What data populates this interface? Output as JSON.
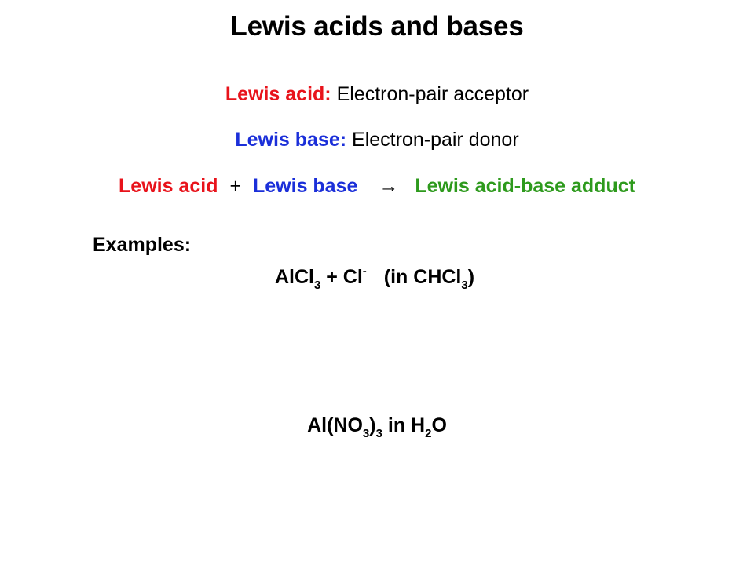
{
  "title": "Lewis acids and bases",
  "definitions": {
    "acid_term": "Lewis acid:",
    "acid_text": "Electron-pair acceptor",
    "base_term": "Lewis base:",
    "base_text": "Electron-pair donor"
  },
  "equation": {
    "acid": "Lewis acid",
    "plus": "+",
    "base": "Lewis base",
    "arrow": "→",
    "adduct": "Lewis acid-base adduct"
  },
  "examples": {
    "label": "Examples:",
    "ex1": {
      "alcl": "AlCl",
      "sub1": "3",
      "plus_cl": "+ Cl",
      "sup_minus": "-",
      "paren_open": "(in CHCl",
      "sub2": "3",
      "paren_close": ")"
    },
    "ex2": {
      "al_no": "Al(NO",
      "sub1": "3",
      "close": ")",
      "sub2": "3",
      "in_h": " in H",
      "sub3": "2",
      "o": "O"
    }
  },
  "colors": {
    "acid": "#e8131b",
    "base": "#1b2fd9",
    "adduct": "#2e9a1d",
    "text": "#000000"
  }
}
